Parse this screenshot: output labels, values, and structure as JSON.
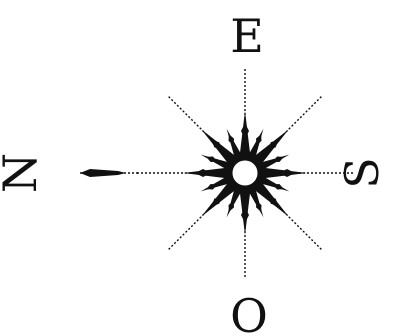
{
  "compass": {
    "labels": {
      "top": "E",
      "bottom": "O",
      "left": "N",
      "right": "S"
    },
    "colors": {
      "ink": "#111111",
      "background": "#ffffff",
      "center": "#ffffff"
    },
    "rays": {
      "main_count": 4,
      "diagonal_count": 4,
      "minor_count": 8
    },
    "icon": "compass-rose-icon"
  }
}
